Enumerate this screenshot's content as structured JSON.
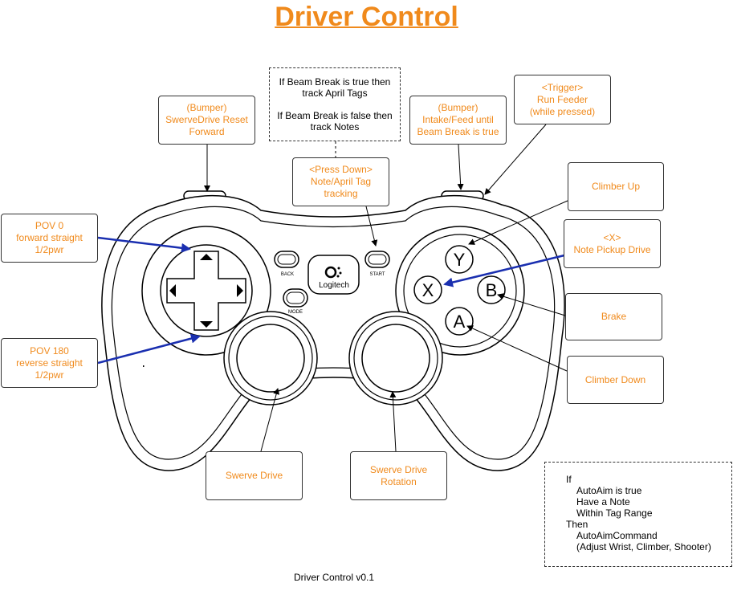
{
  "title": "Driver Control",
  "footer": "Driver Control v0.1",
  "controller": {
    "logo": "Logitech",
    "back_label": "BACK",
    "start_label": "START",
    "mode_label": "MODE",
    "buttons": {
      "y": "Y",
      "x": "X",
      "b": "B",
      "a": "A"
    }
  },
  "callouts": {
    "bumper_left": "(Bumper)\nSwerveDrive Reset\nForward",
    "beam_break_note": "If Beam Break is true then\ntrack April Tags\n\nIf Beam Break is false then\ntrack Notes",
    "press_down": "<Press Down>\nNote/April Tag\ntracking",
    "bumper_right": "(Bumper)\nIntake/Feed until\nBeam Break is true",
    "trigger": "<Trigger>\nRun Feeder\n(while pressed)",
    "climber_up": "Climber Up",
    "x_button": "<X>\nNote Pickup Drive",
    "pov0": "POV 0\nforward straight\n1/2pwr",
    "pov180": "POV 180\nreverse straight\n1/2pwr",
    "brake": "Brake",
    "climber_down": "Climber Down",
    "swerve_drive": "Swerve Drive",
    "swerve_rotation": "Swerve Drive\nRotation"
  },
  "autoaim_note": {
    "line1": "If",
    "line2": "AutoAim is true",
    "line3": "Have a Note",
    "line4": "Within Tag Range",
    "line5": "Then",
    "line6": "AutoAimCommand",
    "line7": "(Adjust Wrist, Climber, Shooter)"
  },
  "colors": {
    "title": "#f08a1c",
    "callout_text": "#f08a1c",
    "highlight_arrow": "#1a2fb0"
  }
}
